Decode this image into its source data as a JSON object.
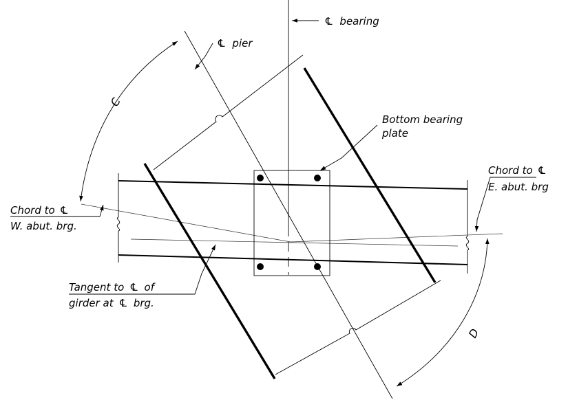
{
  "labels": {
    "cl_symbol": "℄",
    "bearing_label": "bearing",
    "pier_label": "pier",
    "bottom_plate_line1": "Bottom bearing",
    "bottom_plate_line2": "plate",
    "chord_e_line1": "Chord to",
    "chord_e_line2": "E. abut. brg",
    "chord_w_line1": "Chord to",
    "chord_w_line2": "W. abut. brg.",
    "tangent_line1": "Tangent to",
    "tangent_line1_end": "of",
    "tangent_line2": "girder at",
    "tangent_line2_end": "brg.",
    "angle_c": "C",
    "angle_d": "D"
  }
}
